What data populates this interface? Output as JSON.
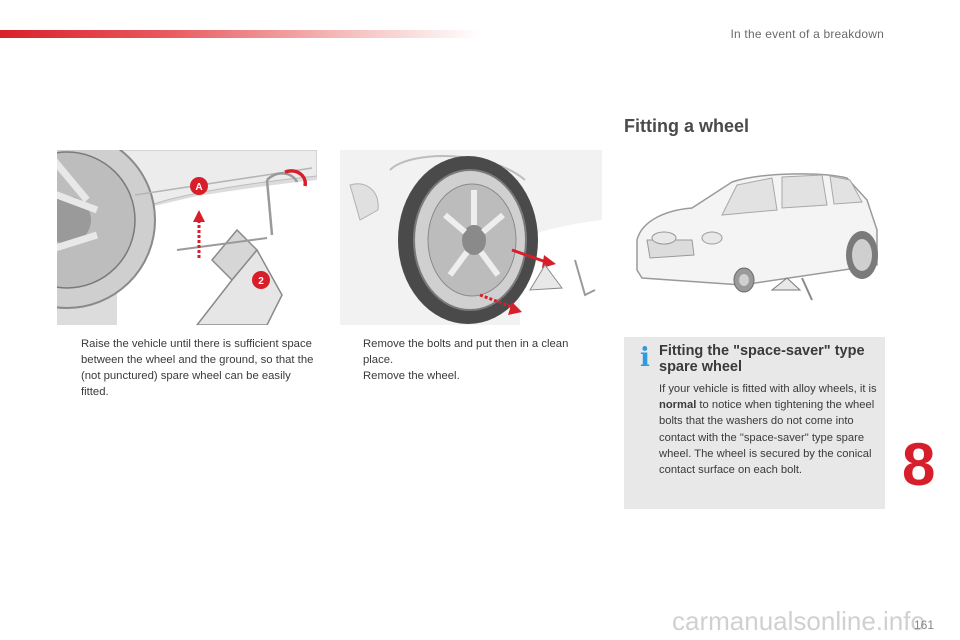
{
  "header": {
    "title": "In the event of a breakdown"
  },
  "section": {
    "title": "Fitting a wheel"
  },
  "steps_left": [
    {
      "bullet": "",
      "text": "Raise the vehicle until there is sufficient space between the wheel and the ground, so that the (not punctured) spare wheel can be easily fitted."
    }
  ],
  "steps_middle": [
    {
      "bullet": "",
      "text": "Remove the bolts and put then in a clean place."
    },
    {
      "bullet": "",
      "text": "Remove the wheel."
    }
  ],
  "figure_labels": {
    "a": "A",
    "two": "2"
  },
  "info": {
    "icon": "info-icon",
    "title": "Fitting the \"space-saver\" type spare wheel",
    "body_pre": "If your vehicle is fitted with alloy wheels, it is ",
    "body_bold": "normal",
    "body_post": " to notice when tightening the wheel bolts that the washers do not come into contact with the \"space-saver\" type spare wheel. The wheel is secured by the conical contact surface on each bolt."
  },
  "chapter": "8",
  "page_number": "161",
  "watermark": "carmanualsonline.info",
  "colors": {
    "accent": "#d71f2b",
    "info": "#2c9be0",
    "box": "#e8e8e8"
  }
}
